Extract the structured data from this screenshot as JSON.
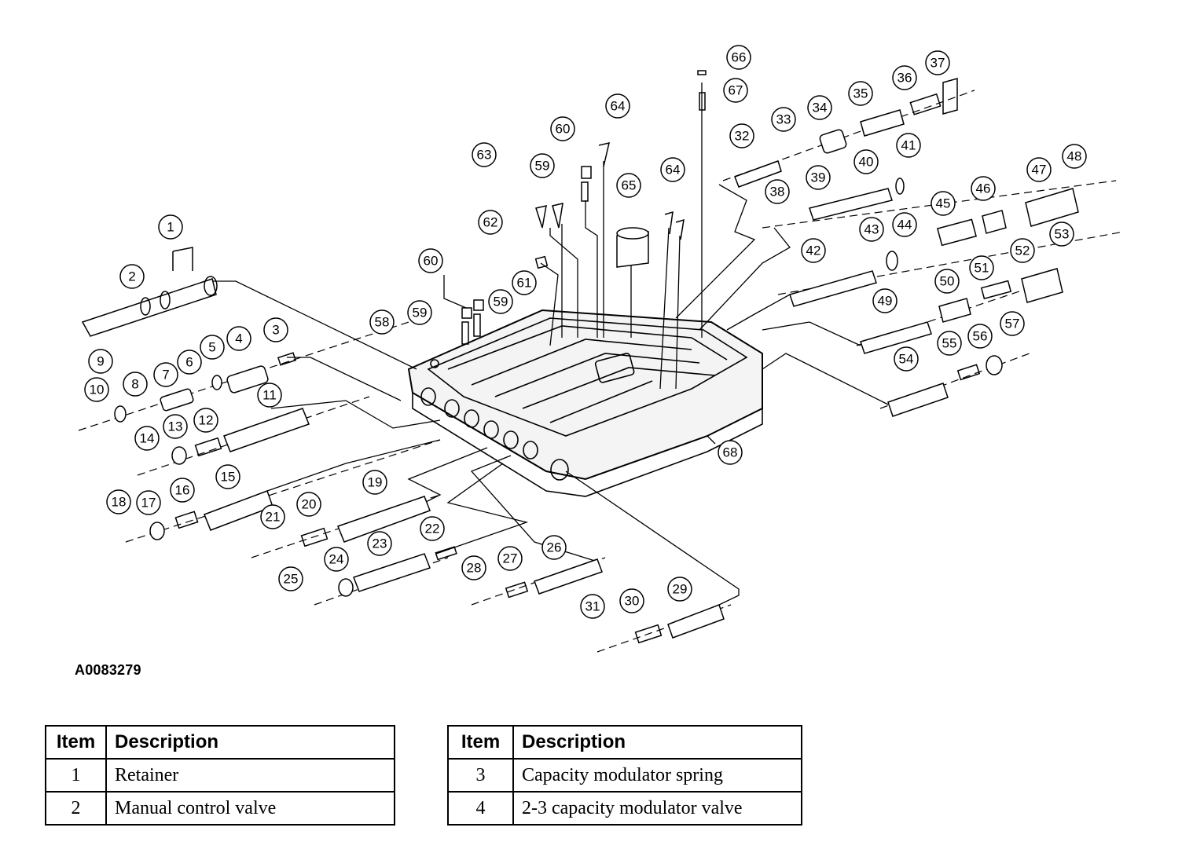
{
  "figure_id": "A0083279",
  "callouts": [
    "1",
    "2",
    "3",
    "4",
    "5",
    "6",
    "7",
    "8",
    "9",
    "10",
    "11",
    "12",
    "13",
    "14",
    "15",
    "16",
    "17",
    "18",
    "19",
    "20",
    "21",
    "22",
    "23",
    "24",
    "25",
    "26",
    "27",
    "28",
    "29",
    "30",
    "31",
    "32",
    "33",
    "34",
    "35",
    "36",
    "37",
    "38",
    "39",
    "40",
    "41",
    "42",
    "43",
    "44",
    "45",
    "46",
    "47",
    "48",
    "49",
    "50",
    "51",
    "52",
    "53",
    "54",
    "55",
    "56",
    "57",
    "58",
    "59",
    "59",
    "60",
    "60",
    "61",
    "62",
    "63",
    "64",
    "64",
    "65",
    "66",
    "67",
    "68"
  ],
  "legend_tables": [
    {
      "headers": {
        "item": "Item",
        "description": "Description"
      },
      "rows": [
        {
          "item": "1",
          "description": "Retainer"
        },
        {
          "item": "2",
          "description": "Manual control valve"
        }
      ]
    },
    {
      "headers": {
        "item": "Item",
        "description": "Description"
      },
      "rows": [
        {
          "item": "3",
          "description": "Capacity modulator spring"
        },
        {
          "item": "4",
          "description": "2-3 capacity modulator valve"
        }
      ]
    }
  ]
}
